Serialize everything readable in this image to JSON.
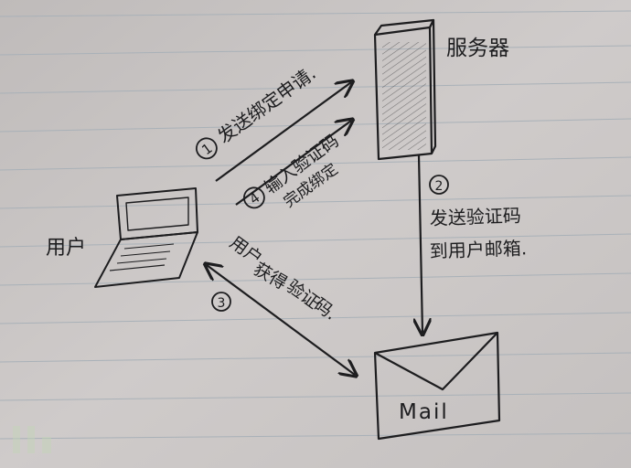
{
  "labels": {
    "server": "服务器",
    "user": "用户",
    "mail": "Mail"
  },
  "steps": [
    {
      "number": "1",
      "lines": [
        "发送绑定申请."
      ]
    },
    {
      "number": "2",
      "lines": [
        "发送验证码",
        "到用户邮箱."
      ]
    },
    {
      "number": "3",
      "lines": [
        "用户",
        "获得",
        "验证",
        "码."
      ]
    },
    {
      "number": "4",
      "lines": [
        "输入验证码",
        "完成绑定"
      ]
    }
  ],
  "colors": {
    "paper": "#cbc7c6",
    "rule": "#a9b2b9",
    "ink": "#1d1d1f",
    "margin_logo": "#c3d6b8"
  }
}
